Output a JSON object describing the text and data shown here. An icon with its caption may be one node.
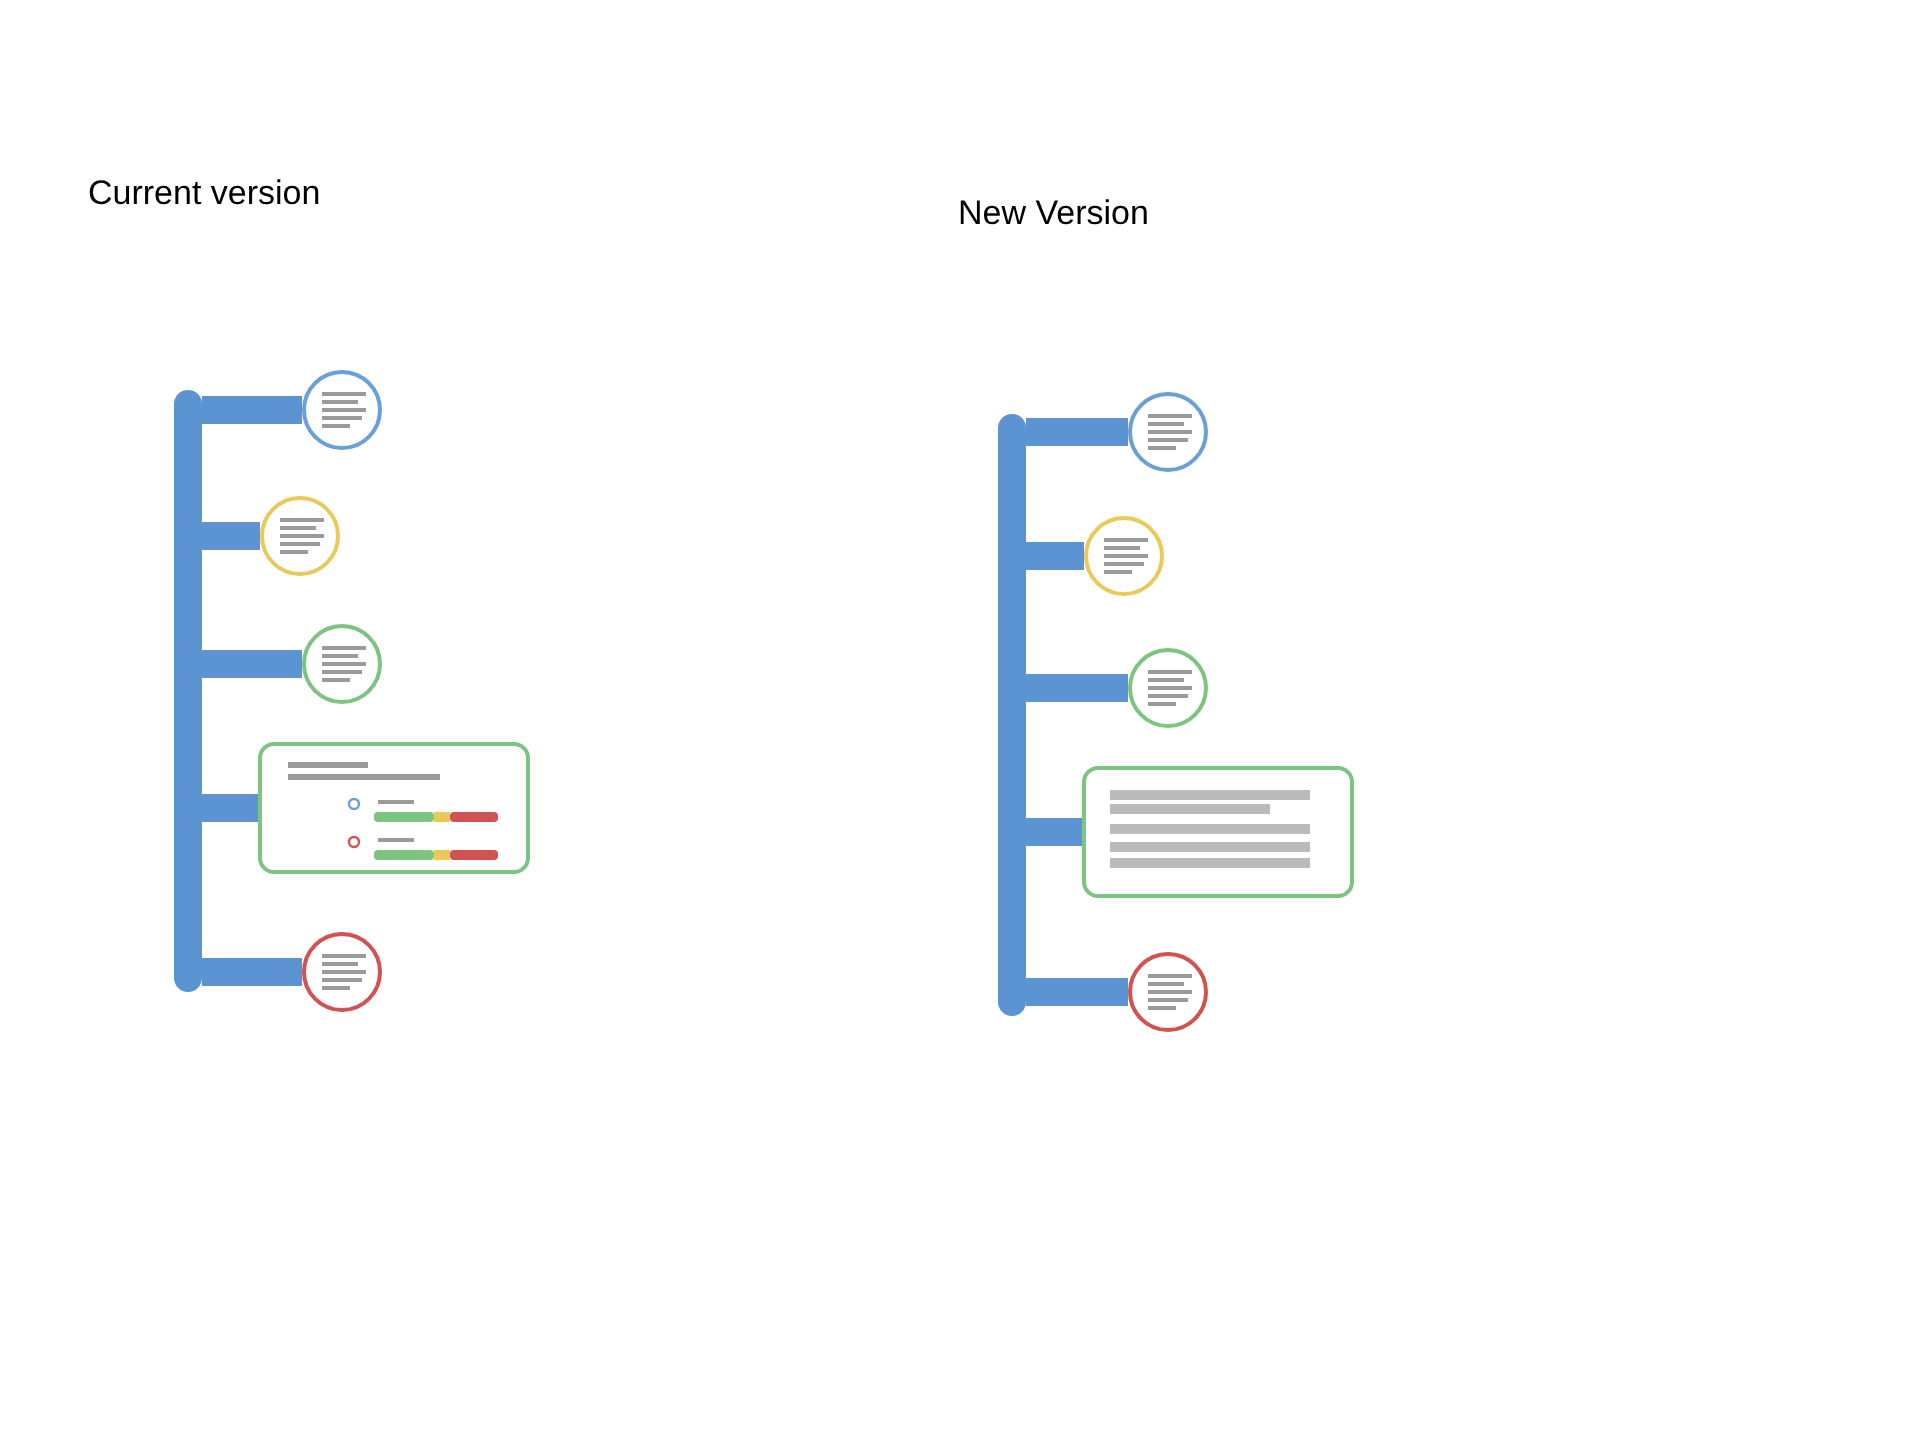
{
  "diagram": {
    "nodes": [
      {
        "text": [],
        "shape": "bar"
      },
      {
        "text": [],
        "shape": "circle"
      },
      {
        "text": [],
        "shape": "circle"
      },
      {
        "text": [],
        "shape": "circle"
      },
      {
        "text": [],
        "shape": "box"
      },
      {
        "text": [],
        "shape": "circle"
      },
      {
        "text": [],
        "shape": "bar"
      },
      {
        "text": [],
        "shape": "circle"
      },
      {
        "text": [],
        "shape": "circle"
      },
      {
        "text": [],
        "shape": "circle"
      },
      {
        "text": [],
        "shape": "box"
      },
      {
        "text": [],
        "shape": "circle"
      }
    ],
    "edges": [
      {
        "from": 0,
        "to": 1,
        "arrow": "none"
      },
      {
        "from": 0,
        "to": 2,
        "arrow": "none"
      },
      {
        "from": 0,
        "to": 3,
        "arrow": "none"
      },
      {
        "from": 0,
        "to": 4,
        "arrow": "none"
      },
      {
        "from": 0,
        "to": 5,
        "arrow": "none"
      },
      {
        "from": 6,
        "to": 7,
        "arrow": "none"
      },
      {
        "from": 6,
        "to": 8,
        "arrow": "none"
      },
      {
        "from": 6,
        "to": 9,
        "arrow": "none"
      },
      {
        "from": 6,
        "to": 10,
        "arrow": "none"
      },
      {
        "from": 6,
        "to": 11,
        "arrow": "none"
      }
    ],
    "labels": [
      "Current version",
      "New Version"
    ]
  }
}
